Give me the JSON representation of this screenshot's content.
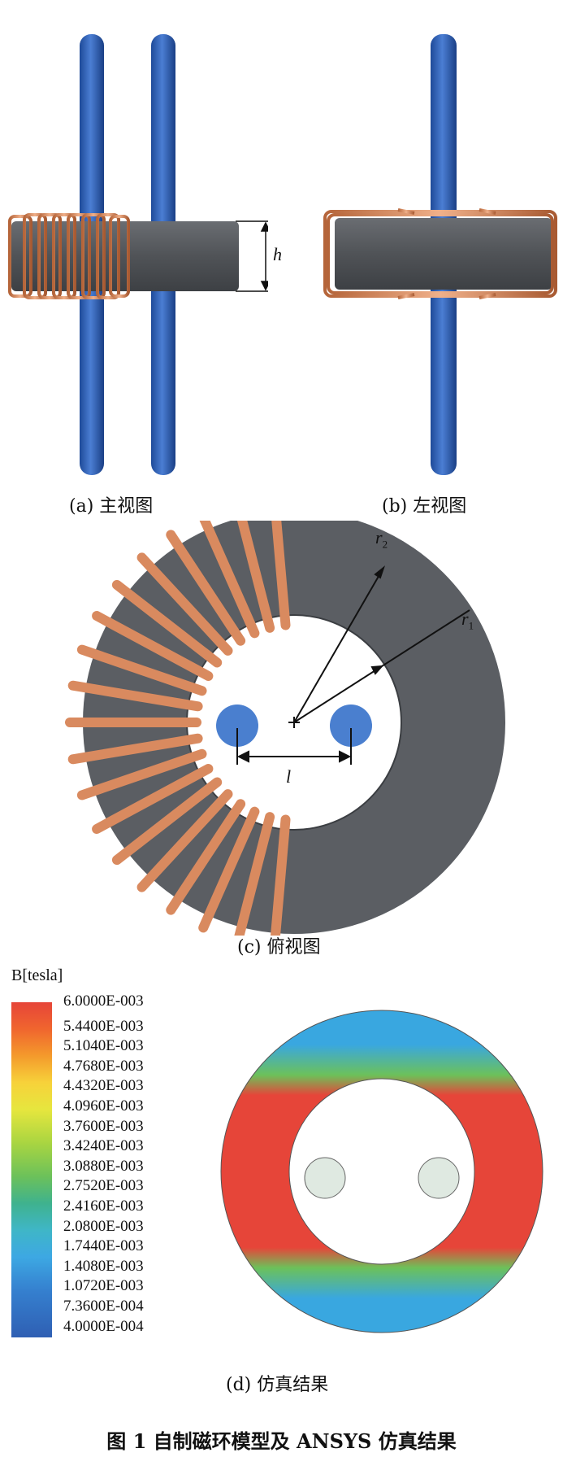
{
  "captions": {
    "a": "(a) 主视图",
    "b": "(b) 左视图",
    "c": "(c) 俯视图",
    "d": "(d) 仿真结果"
  },
  "labels": {
    "h": "h",
    "r1_base": "r",
    "r1_sub": "1",
    "r2_base": "r",
    "r2_sub": "2",
    "l": "l"
  },
  "legend": {
    "title": "B[tesla]",
    "values": [
      "6.0000E-003",
      "5.4400E-003",
      "5.1040E-003",
      "4.7680E-003",
      "4.4320E-003",
      "4.0960E-003",
      "3.7600E-003",
      "3.4240E-003",
      "3.0880E-003",
      "2.7520E-003",
      "2.4160E-003",
      "2.0800E-003",
      "1.7440E-003",
      "1.4080E-003",
      "1.0720E-003",
      "7.3600E-004",
      "4.0000E-004"
    ]
  },
  "colors": {
    "rod": "#2f5fb3",
    "core": "#4e5155",
    "copper": "#d98a5f",
    "hole": "#4a7fcf",
    "field_high": "#e8443a",
    "field_low": "#39a7e0"
  },
  "figure_title": "图 1  自制磁环模型及 ANSYS 仿真结果"
}
